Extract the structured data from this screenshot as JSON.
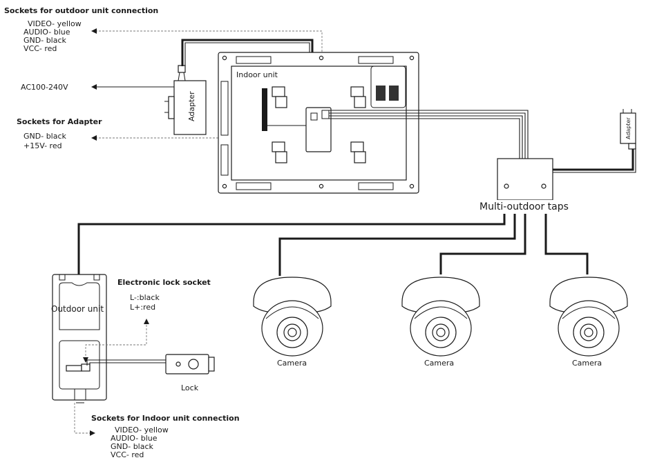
{
  "labels": {
    "outdoor_sockets_title": "Sockets for outdoor unit connection",
    "outdoor_sockets_lines": [
      "VIDEO- yellow",
      "AUDIO- blue",
      "GND- black",
      "VCC- red"
    ],
    "ac_label": "AC100-240V",
    "adapter_sockets_title": "Sockets for Adapter",
    "adapter_sockets_lines": [
      "GND- black",
      "+15V- red"
    ],
    "indoor_unit": "Indoor unit",
    "adapter": "Adapter",
    "adapter_small": "Adapter",
    "taps": "Multi-outdoor taps",
    "outdoor_unit": "Outdoor unit",
    "lock_socket_title": "Electronic lock socket",
    "lock_socket_lines": [
      "L-:black",
      "L+:red"
    ],
    "lock": "Lock",
    "camera": "Camera",
    "indoor_sockets_title": "Sockets for Indoor unit connection",
    "indoor_sockets_lines": [
      "VIDEO- yellow",
      "AUDIO- blue",
      "GND- black",
      "VCC- red"
    ]
  },
  "cameras": [
    {
      "label": "Camera"
    },
    {
      "label": "Camera"
    },
    {
      "label": "Camera"
    }
  ]
}
